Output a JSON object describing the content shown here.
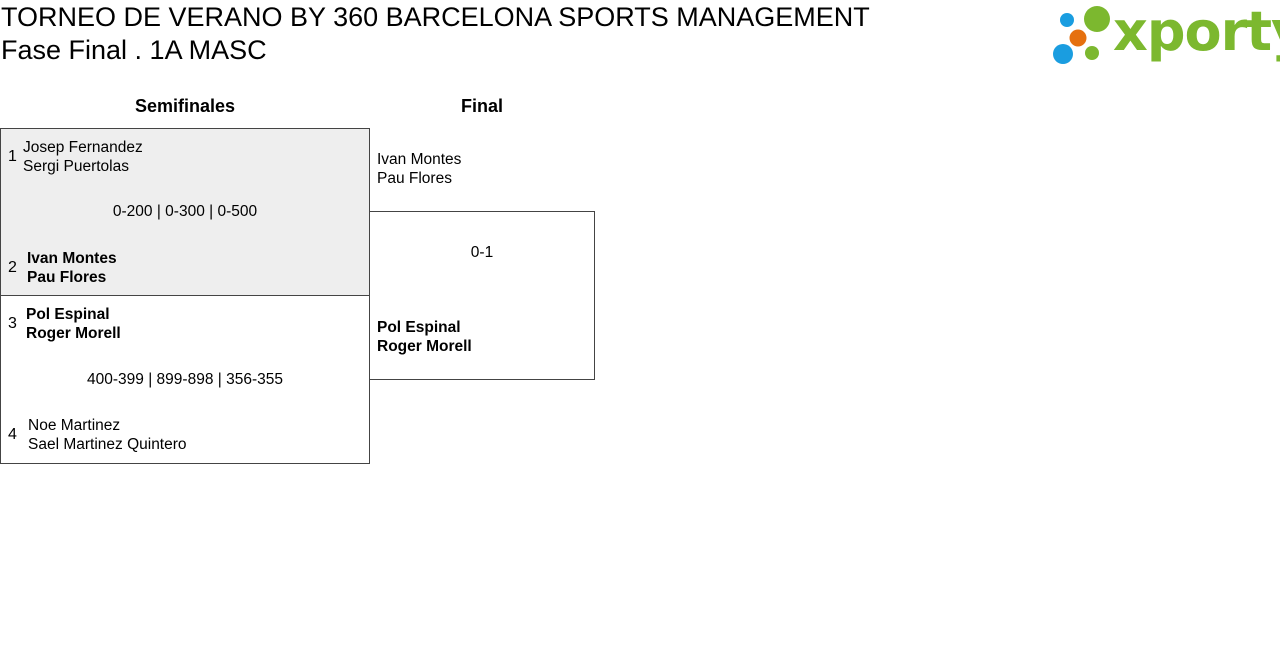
{
  "header": {
    "title": "TORNEO DE VERANO BY 360 BARCELONA SPORTS MANAGEMENT",
    "subtitle": "Fase Final . 1A MASC",
    "logo_text": "xporty"
  },
  "rounds": [
    {
      "label": "Semifinales"
    },
    {
      "label": "Final"
    }
  ],
  "semifinals": [
    {
      "top": {
        "seed": "1",
        "players": [
          "Josep Fernandez",
          "Sergi Puertolas"
        ],
        "winner": false
      },
      "bottom": {
        "seed": "2",
        "players": [
          "Ivan Montes",
          "Pau Flores"
        ],
        "winner": true
      },
      "score": "0-200 | 0-300 | 0-500"
    },
    {
      "top": {
        "seed": "3",
        "players": [
          "Pol Espinal",
          "Roger Morell"
        ],
        "winner": true
      },
      "bottom": {
        "seed": "4",
        "players": [
          "Noe Martinez",
          "Sael Martinez Quintero"
        ],
        "winner": false
      },
      "score": "400-399 | 899-898 | 356-355"
    }
  ],
  "final": {
    "top": {
      "players": [
        "Ivan Montes",
        "Pau Flores"
      ]
    },
    "bottom": {
      "players": [
        "Pol Espinal",
        "Roger Morell"
      ]
    },
    "score": "0-1"
  },
  "colors": {
    "highlight_bg": "#eeeeee",
    "logo_green": "#7cb82f",
    "logo_blue": "#1a9de0",
    "logo_orange": "#e5700f"
  }
}
